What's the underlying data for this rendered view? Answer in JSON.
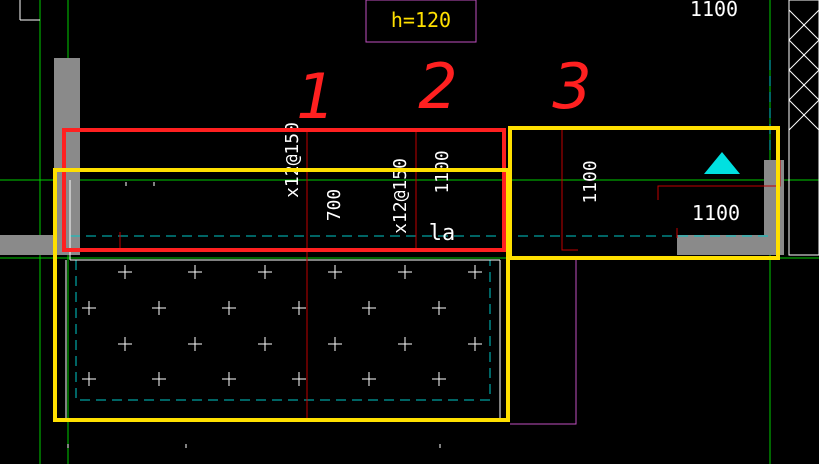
{
  "drawing": {
    "slab_label": "h=120",
    "top_right_dim": "1100",
    "rebar_label_a": "x12@150",
    "rebar_label_b": "x12@150",
    "dim_700": "700",
    "dim_1100_vertical_left": "1100",
    "dim_1100_vertical_right": "1100",
    "dim_1100_horizontal": "1100",
    "la_label": "la",
    "marker_1": "1",
    "marker_2": "2",
    "marker_3": "3"
  },
  "colors": {
    "background": "#000000",
    "green_axis": "#00cc00",
    "red_mark": "#ff2020",
    "yellow_mark": "#ffe000",
    "cyan_dash": "#00c8c8",
    "white_text": "#ffffff",
    "magenta_frame": "#c050c0",
    "dark_red_line": "#c00000",
    "gray_fill": "#8a8a8a",
    "cyan_triangle": "#00e0e0"
  }
}
